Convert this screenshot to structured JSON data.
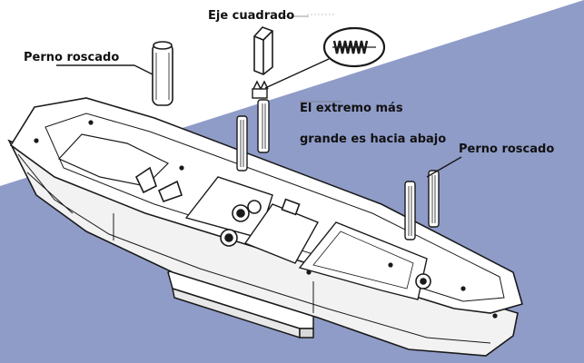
{
  "labels": {
    "eje_cuadrado": "Eje cuadrado",
    "perno_roscado_left": "Perno roscado",
    "perno_roscado_right": "Perno roscado",
    "extremo_line1": "El extremo más",
    "extremo_line2": "grande es hacia abajo"
  },
  "colors": {
    "background_top": "#ffffff",
    "background_blue": "#8f9cc8",
    "line": "#1a1a1a",
    "part_fill": "#ffffff"
  },
  "icons": {
    "spring": "spring-icon",
    "square_shaft": "square-shaft-icon",
    "threaded_bolt": "threaded-bolt-icon"
  }
}
